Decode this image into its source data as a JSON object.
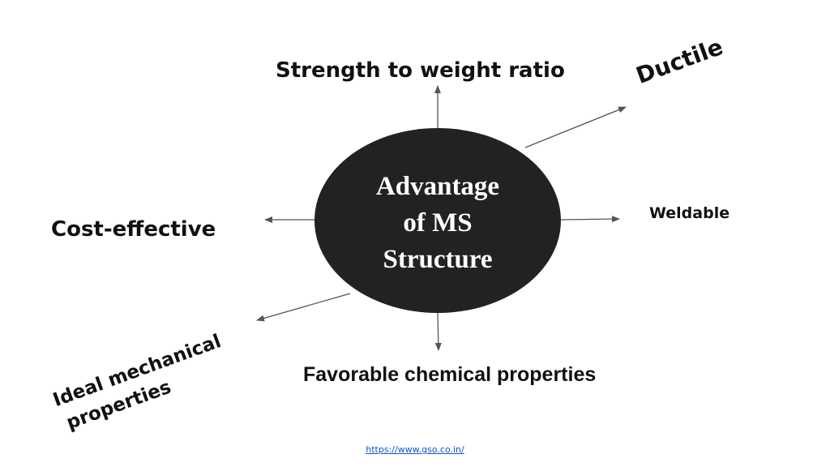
{
  "center": {
    "lines": [
      "Advantage",
      "of MS",
      "Structure"
    ],
    "fill_color": "#222222",
    "text_color": "#ffffff"
  },
  "labels": {
    "top": "Strength to weight ratio",
    "top_right": "Ductile",
    "right": "Weldable",
    "left": "Cost-effective",
    "bottom_left_line1": "Ideal mechanical",
    "bottom_left_line2": "properties",
    "bottom": "Favorable chemical properties"
  },
  "footer": {
    "link": "https://www.gso.co.in/"
  },
  "colors": {
    "arrow": "#555555",
    "link": "#1155cc",
    "text": "#111111"
  }
}
